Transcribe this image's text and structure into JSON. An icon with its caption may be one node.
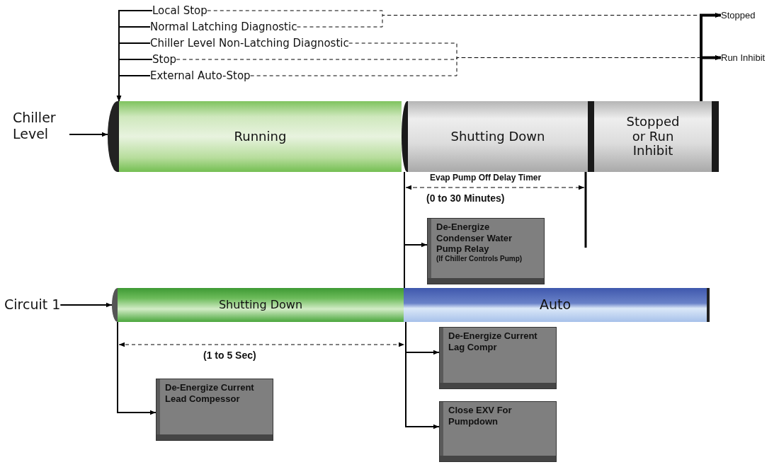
{
  "diagram": {
    "nodes": [
      {
        "text": [
          "Local Stop"
        ]
      },
      {
        "text": [
          "Normal Latching Diagnostic"
        ]
      },
      {
        "text": [
          "Chiller Level Non-Latching Diagnostic"
        ]
      },
      {
        "text": [
          "Stop"
        ]
      },
      {
        "text": [
          "External Auto-Stop"
        ]
      },
      {
        "text": [
          "Stopped"
        ]
      },
      {
        "text": [
          "Run Inhibit"
        ]
      },
      {
        "text": [
          "Chiller Level"
        ]
      },
      {
        "text": [
          "Running"
        ]
      },
      {
        "text": [
          "Shutting Down"
        ]
      },
      {
        "text": [
          "Stopped or Run Inhibit"
        ]
      },
      {
        "text": [
          "Circuit 1"
        ]
      },
      {
        "text": [
          "Shutting Down"
        ]
      },
      {
        "text": [
          "Auto"
        ]
      },
      {
        "text": [
          "De-Energize Condenser Water Pump Relay",
          "(If Chiller Controls Pump)"
        ]
      },
      {
        "text": [
          "De-Energize Current Lag Compr"
        ]
      },
      {
        "text": [
          "Close EXV For Pumpdown"
        ]
      },
      {
        "text": [
          "De-Energize Current Lead Compessor"
        ]
      }
    ],
    "edges": [
      {
        "from": 0,
        "to": 8,
        "arrow": "to"
      },
      {
        "from": 1,
        "to": 8,
        "arrow": "to"
      },
      {
        "from": 2,
        "to": 8,
        "arrow": "to"
      },
      {
        "from": 3,
        "to": 8,
        "arrow": "to"
      },
      {
        "from": 4,
        "to": 8,
        "arrow": "to"
      },
      {
        "from": 0,
        "to": 5,
        "arrow": "to",
        "style": "dashed"
      },
      {
        "from": 1,
        "to": 5,
        "arrow": "to",
        "style": "dashed"
      },
      {
        "from": 2,
        "to": 6,
        "arrow": "to",
        "style": "dashed"
      },
      {
        "from": 3,
        "to": 6,
        "arrow": "to",
        "style": "dashed"
      },
      {
        "from": 4,
        "to": 6,
        "arrow": "to",
        "style": "dashed"
      },
      {
        "from": 7,
        "to": 8,
        "arrow": "to"
      },
      {
        "from": 11,
        "to": 12,
        "arrow": "to"
      },
      {
        "from": 9,
        "to": 14,
        "arrow": "to"
      },
      {
        "from": 9,
        "to": 13,
        "arrow": "none"
      },
      {
        "from": 13,
        "to": 15,
        "arrow": "to"
      },
      {
        "from": 13,
        "to": 16,
        "arrow": "to"
      },
      {
        "from": 12,
        "to": 17,
        "arrow": "to"
      },
      {
        "from": 10,
        "to": 5,
        "arrow": "to",
        "style": "thick"
      },
      {
        "from": 10,
        "to": 6,
        "arrow": "to",
        "style": "thick"
      }
    ],
    "labels": [
      "Evap Pump Off Delay Timer",
      "(0 to 30 Minutes)",
      "(1 to 5 Sec)"
    ]
  }
}
